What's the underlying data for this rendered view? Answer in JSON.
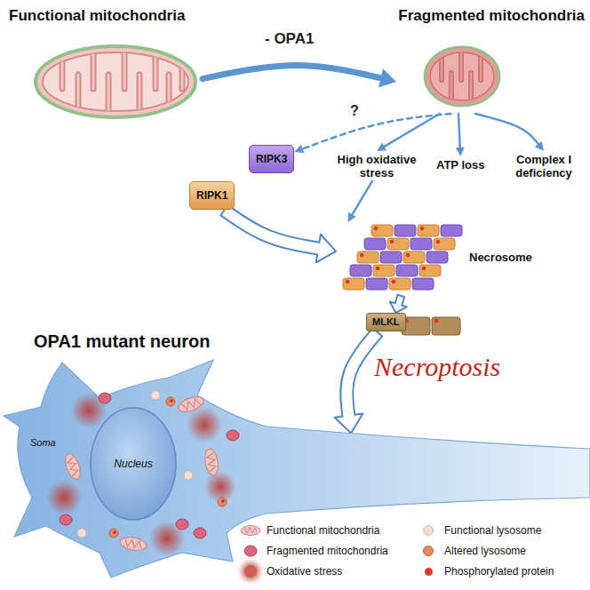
{
  "diagram": {
    "nodes": [
      {
        "text": [
          "Functional mitochondria"
        ]
      },
      {
        "text": [
          "Fragmented mitochondria"
        ]
      },
      {
        "text": [
          "RIPK3"
        ]
      },
      {
        "text": [
          "RIPK1"
        ]
      },
      {
        "text": [
          "High oxidative stress"
        ]
      },
      {
        "text": [
          "ATP loss"
        ]
      },
      {
        "text": [
          "Complex I deficiency"
        ]
      },
      {
        "text": [
          "Necrosome"
        ]
      },
      {
        "text": [
          "MLKL"
        ]
      },
      {
        "text": [
          "OPA1 mutant neuron",
          "Soma"
        ]
      },
      {
        "text": [
          "Nucleus"
        ],
        "in": 9
      }
    ],
    "edges": [
      {
        "from": 0,
        "to": 1,
        "label": "- OPA1",
        "arrow": "to"
      },
      {
        "from": 1,
        "to": 2,
        "label": "?",
        "arrow": "to"
      },
      {
        "from": 1,
        "to": 4,
        "arrow": "to"
      },
      {
        "from": 1,
        "to": 5,
        "arrow": "to"
      },
      {
        "from": 1,
        "to": 6,
        "arrow": "to"
      },
      {
        "from": 3,
        "to": 7,
        "arrow": "to"
      },
      {
        "from": 4,
        "to": 7,
        "arrow": "to"
      },
      {
        "from": 7,
        "to": 8,
        "arrow": "to"
      },
      {
        "from": 8,
        "to": 9,
        "label": "Necroptosis",
        "arrow": "to"
      }
    ],
    "legend": [
      {
        "text": "Functional mitochondria"
      },
      {
        "text": "Functional lysosome",
        "color": "#f6dcd3"
      },
      {
        "text": "Fragmented mitochondria"
      },
      {
        "text": "Altered lysosome",
        "color": "#e58a62"
      },
      {
        "text": "Oxidative stress",
        "color": "#c0392b"
      },
      {
        "text": "Phosphorylated protein",
        "color": "#d63a2a"
      }
    ]
  }
}
